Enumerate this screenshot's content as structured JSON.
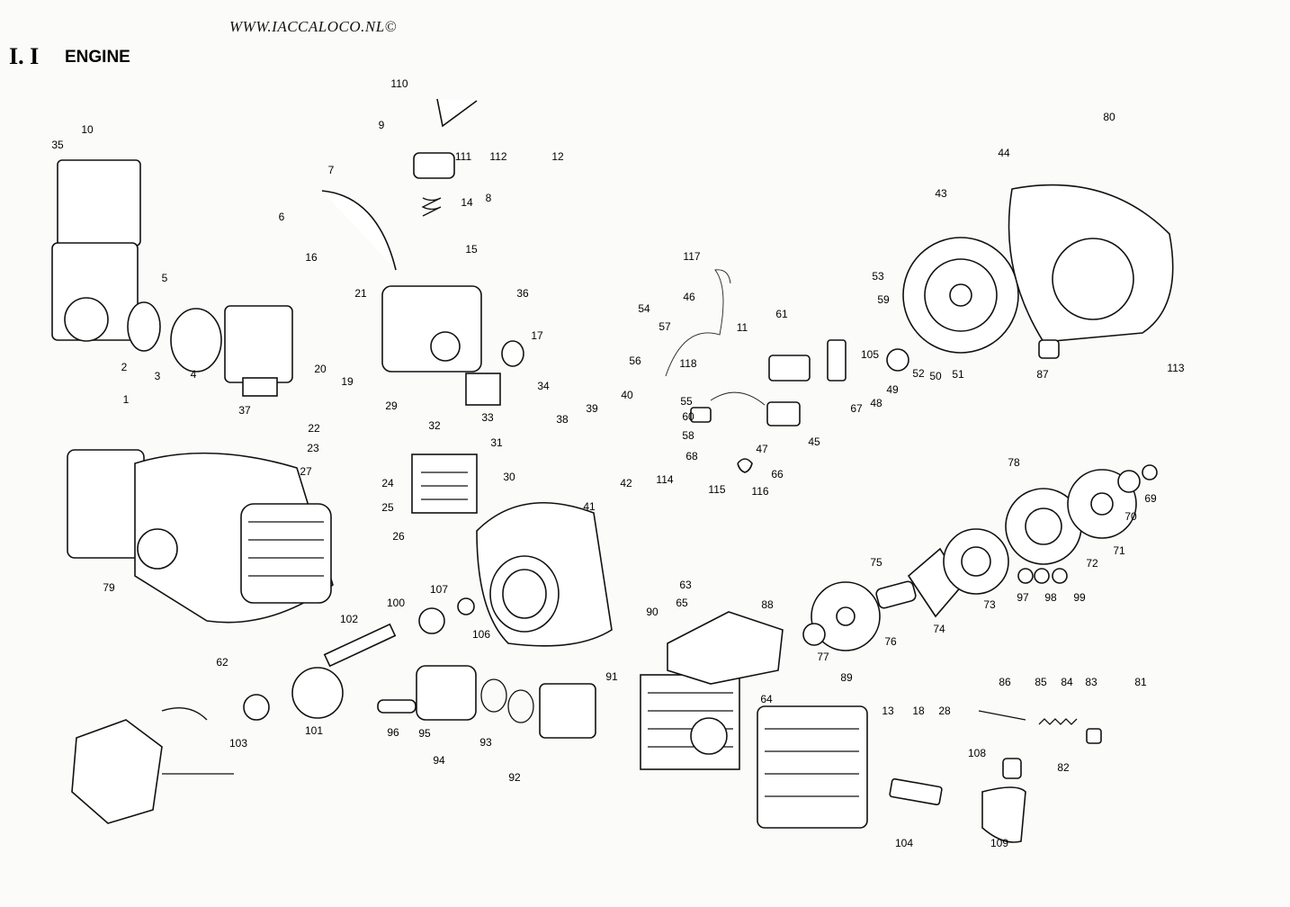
{
  "header": {
    "url": "WWW.IACCALOCO.NL©",
    "section": "I. I",
    "title": "ENGINE"
  },
  "diagram": {
    "callouts": [
      "1",
      "2",
      "3",
      "4",
      "5",
      "6",
      "7",
      "8",
      "9",
      "10",
      "11",
      "12",
      "13",
      "14",
      "15",
      "16",
      "17",
      "18",
      "19",
      "20",
      "21",
      "22",
      "23",
      "24",
      "25",
      "26",
      "27",
      "28",
      "29",
      "30",
      "31",
      "32",
      "33",
      "34",
      "35",
      "36",
      "37",
      "38",
      "39",
      "40",
      "41",
      "42",
      "43",
      "44",
      "45",
      "46",
      "47",
      "48",
      "49",
      "50",
      "51",
      "52",
      "53",
      "54",
      "55",
      "56",
      "57",
      "58",
      "59",
      "60",
      "61",
      "62",
      "63",
      "64",
      "65",
      "66",
      "67",
      "68",
      "69",
      "70",
      "71",
      "72",
      "73",
      "74",
      "75",
      "76",
      "77",
      "78",
      "79",
      "80",
      "81",
      "82",
      "83",
      "84",
      "85",
      "86",
      "87",
      "88",
      "89",
      "90",
      "91",
      "92",
      "93",
      "94",
      "95",
      "96",
      "97",
      "98",
      "99",
      "100",
      "101",
      "102",
      "103",
      "104",
      "105",
      "106",
      "107",
      "108",
      "109",
      "110",
      "111",
      "112",
      "113",
      "114",
      "115",
      "116",
      "117",
      "118"
    ]
  }
}
